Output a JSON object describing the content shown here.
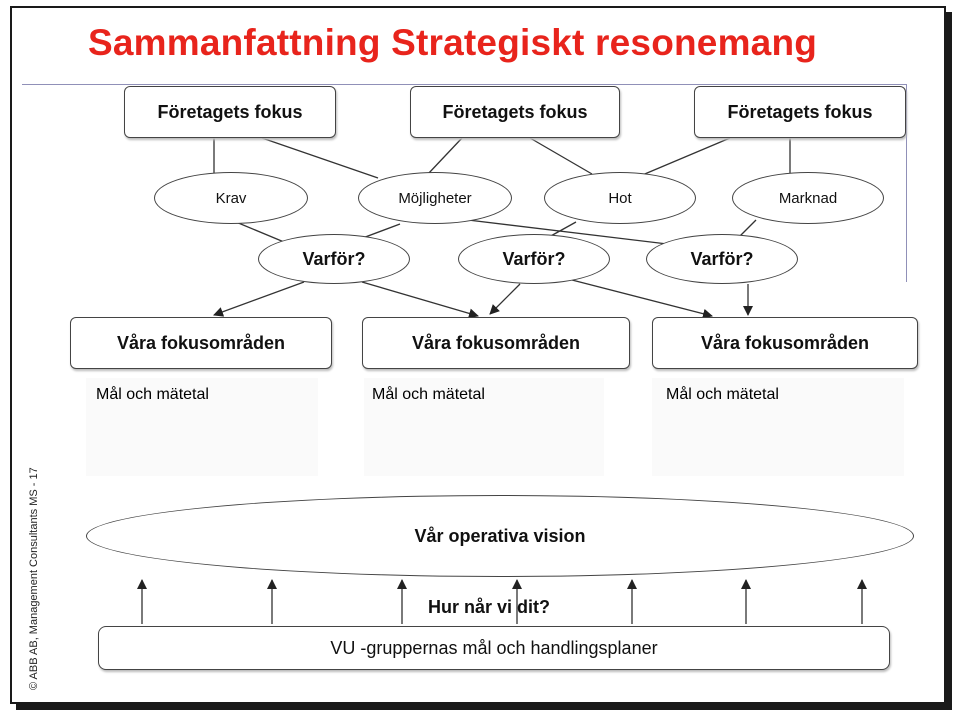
{
  "slide": {
    "title": "Sammanfattning Strategiskt resonemang",
    "side_text": "© ABB AB, Management Consultants  MS - 17"
  },
  "focus_boxes": [
    "Företagets fokus",
    "Företagets fokus",
    "Företagets fokus"
  ],
  "factors": [
    "Krav",
    "Möjligheter",
    "Hot",
    "Marknad"
  ],
  "why_nodes": [
    "Varför?",
    "Varför?",
    "Varför?"
  ],
  "focus_areas": [
    "Våra fokusområden",
    "Våra fokusområden",
    "Våra fokusområden"
  ],
  "metrics": [
    "Mål och mätetal",
    "Mål och mätetal",
    "Mål och mätetal"
  ],
  "vision": {
    "label": "Vår operativa vision"
  },
  "how": {
    "label": "Hur når vi dit?"
  },
  "plans": {
    "label": "VU -gruppernas mål och handlingsplaner"
  },
  "colors": {
    "title": "#e8241c",
    "stroke": "#444444",
    "frame": "#1a1a1a"
  }
}
